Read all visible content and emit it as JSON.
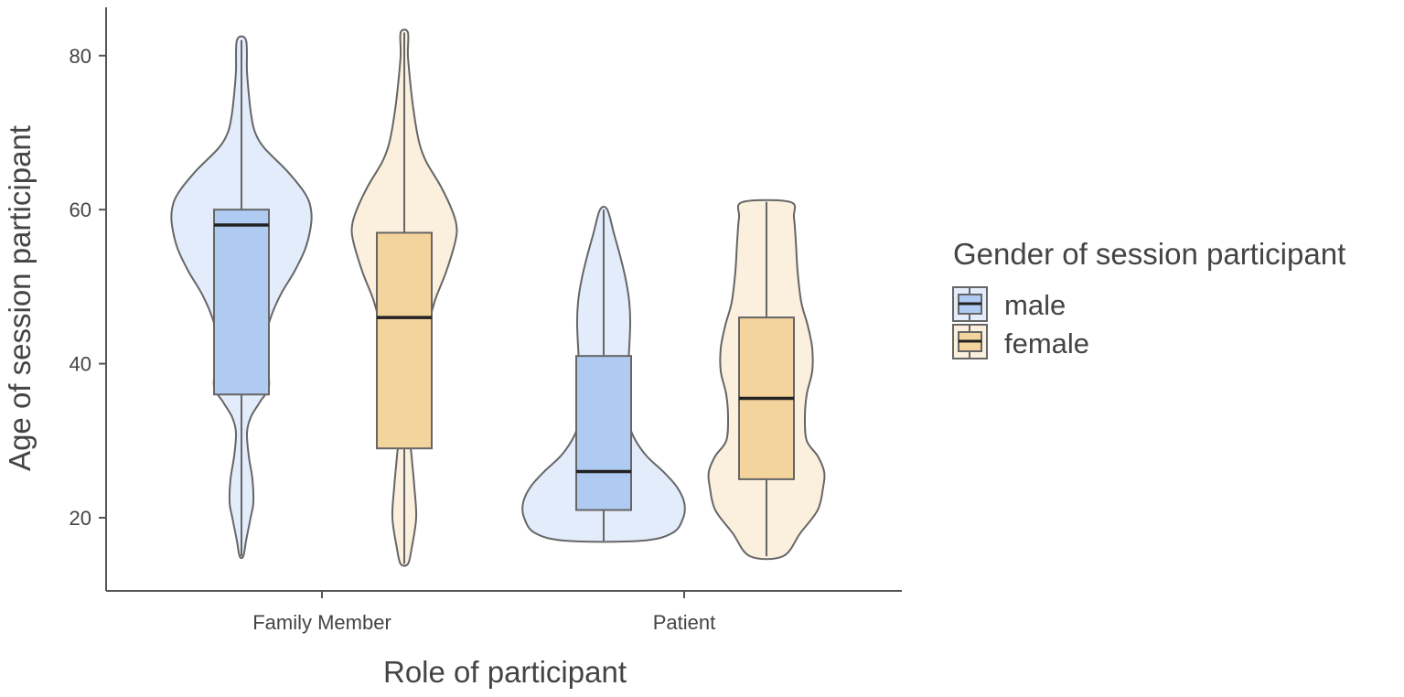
{
  "colors": {
    "male_violin": "#e3ecfb",
    "male_box": "#b0cbf2",
    "female_violin": "#fbefdd",
    "female_box": "#f3d49c",
    "outline": "#666666",
    "median": "#222222",
    "axis": "#555555"
  },
  "chart_data": {
    "type": "violin",
    "xlabel": "Role of participant",
    "ylabel": "Age of session participant",
    "ylim": [
      10,
      86
    ],
    "yticks": [
      20,
      40,
      60,
      80
    ],
    "grid": false,
    "categories": [
      "Family Member",
      "Patient"
    ],
    "legend": {
      "title": "Gender of session participant",
      "placement": "right",
      "entries": [
        {
          "label": "male",
          "color": "#b0cbf2"
        },
        {
          "label": "female",
          "color": "#f3d49c"
        }
      ]
    },
    "series": [
      {
        "name": "male",
        "boxes": [
          {
            "category": "Family Member",
            "min": 15,
            "q1": 36,
            "median": 58,
            "q3": 60,
            "max": 82
          },
          {
            "category": "Patient",
            "min": 17,
            "q1": 21,
            "median": 26,
            "q3": 41,
            "max": 60
          }
        ]
      },
      {
        "name": "female",
        "boxes": [
          {
            "category": "Family Member",
            "min": 14,
            "q1": 29,
            "median": 46,
            "q3": 57,
            "max": 83
          },
          {
            "category": "Patient",
            "min": 15,
            "q1": 25,
            "median": 35.5,
            "q3": 46,
            "max": 61
          }
        ]
      }
    ],
    "violins": [
      {
        "series": "male",
        "category": "Family Member",
        "profile": [
          [
            15,
            2
          ],
          [
            17,
            5
          ],
          [
            20,
            10
          ],
          [
            22,
            13
          ],
          [
            25,
            12
          ],
          [
            28,
            8
          ],
          [
            31,
            6
          ],
          [
            33,
            10
          ],
          [
            35,
            20
          ],
          [
            37,
            30
          ],
          [
            40,
            28
          ],
          [
            43,
            26
          ],
          [
            46,
            32
          ],
          [
            49,
            43
          ],
          [
            52,
            58
          ],
          [
            55,
            70
          ],
          [
            58,
            76
          ],
          [
            60,
            76
          ],
          [
            62,
            70
          ],
          [
            65,
            50
          ],
          [
            68,
            25
          ],
          [
            70,
            15
          ],
          [
            72,
            11
          ],
          [
            75,
            8
          ],
          [
            78,
            6
          ],
          [
            82,
            5
          ]
        ]
      },
      {
        "series": "female",
        "category": "Family Member",
        "profile": [
          [
            14,
            4
          ],
          [
            16,
            8
          ],
          [
            20,
            13
          ],
          [
            24,
            11
          ],
          [
            28,
            8
          ],
          [
            30,
            7
          ],
          [
            33,
            12
          ],
          [
            36,
            18
          ],
          [
            40,
            22
          ],
          [
            44,
            25
          ],
          [
            48,
            33
          ],
          [
            52,
            46
          ],
          [
            56,
            56
          ],
          [
            58,
            57
          ],
          [
            60,
            52
          ],
          [
            63,
            40
          ],
          [
            66,
            25
          ],
          [
            68,
            18
          ],
          [
            70,
            14
          ],
          [
            73,
            10
          ],
          [
            76,
            7
          ],
          [
            80,
            4
          ],
          [
            83,
            4
          ]
        ]
      },
      {
        "series": "male",
        "category": "Patient",
        "profile": [
          [
            17,
            40
          ],
          [
            18,
            75
          ],
          [
            20,
            87
          ],
          [
            22,
            88
          ],
          [
            24,
            80
          ],
          [
            26,
            65
          ],
          [
            28,
            47
          ],
          [
            30,
            35
          ],
          [
            32,
            28
          ],
          [
            35,
            25
          ],
          [
            40,
            27
          ],
          [
            45,
            29
          ],
          [
            48,
            28
          ],
          [
            51,
            24
          ],
          [
            54,
            18
          ],
          [
            57,
            11
          ],
          [
            60,
            4
          ]
        ]
      },
      {
        "series": "female",
        "category": "Patient",
        "profile": [
          [
            15,
            18
          ],
          [
            18,
            37
          ],
          [
            21,
            56
          ],
          [
            24,
            62
          ],
          [
            26,
            63
          ],
          [
            28,
            56
          ],
          [
            30,
            44
          ],
          [
            33,
            42
          ],
          [
            36,
            44
          ],
          [
            39,
            50
          ],
          [
            42,
            50
          ],
          [
            45,
            45
          ],
          [
            48,
            38
          ],
          [
            52,
            34
          ],
          [
            56,
            32
          ],
          [
            59,
            30
          ],
          [
            61,
            26
          ]
        ]
      }
    ]
  }
}
